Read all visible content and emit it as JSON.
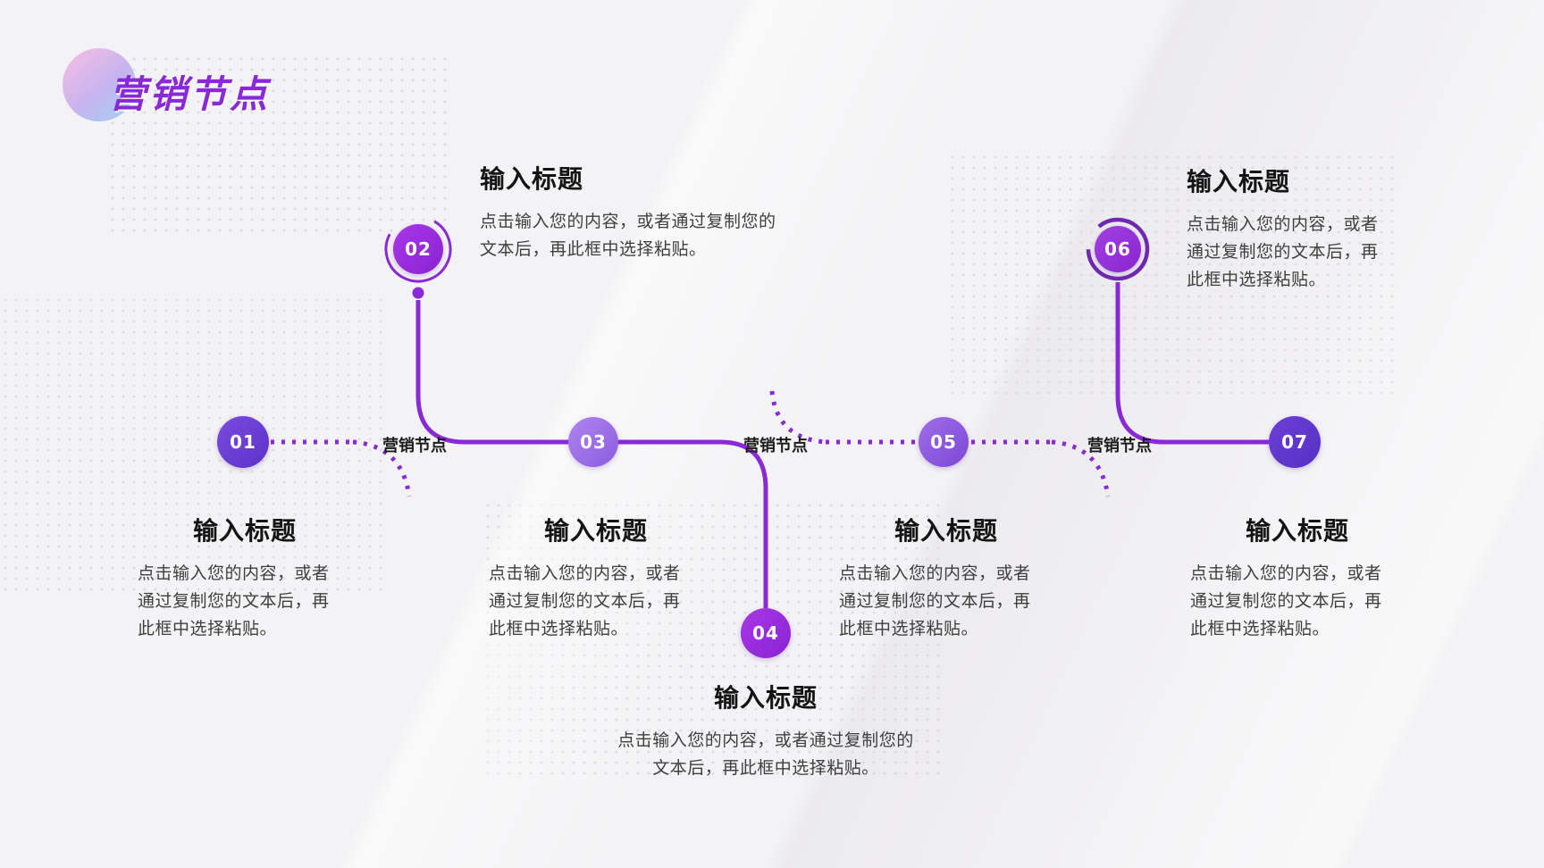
{
  "title": "营销节点",
  "colors": {
    "accent": "#8a2ad6",
    "node_dark": "#5c32c8",
    "node_light": "#b184ef",
    "title_circle_gradient": [
      "#f0bce4",
      "#c6b4f0",
      "#a4d0f0"
    ],
    "background": "#f3f2f4"
  },
  "connector_labels": [
    "营销节点",
    "营销节点",
    "营销节点"
  ],
  "nodes": [
    {
      "num": "01",
      "title": "输入标题",
      "body": "点击输入您的内容，或者通过复制您的文本后，再此框中选择粘贴。"
    },
    {
      "num": "02",
      "title": "输入标题",
      "body": "点击输入您的内容，或者通过复制您的文本后，再此框中选择粘贴。"
    },
    {
      "num": "03",
      "title": "输入标题",
      "body": "点击输入您的内容，或者通过复制您的文本后，再此框中选择粘贴。"
    },
    {
      "num": "04",
      "title": "输入标题",
      "body": "点击输入您的内容，或者通过复制您的文本后，再此框中选择粘贴。"
    },
    {
      "num": "05",
      "title": "输入标题",
      "body": "点击输入您的内容，或者通过复制您的文本后，再此框中选择粘贴。"
    },
    {
      "num": "06",
      "title": "输入标题",
      "body": "点击输入您的内容，或者通过复制您的文本后，再此框中选择粘贴。"
    },
    {
      "num": "07",
      "title": "输入标题",
      "body": "点击输入您的内容，或者通过复制您的文本后，再此框中选择粘贴。"
    }
  ]
}
